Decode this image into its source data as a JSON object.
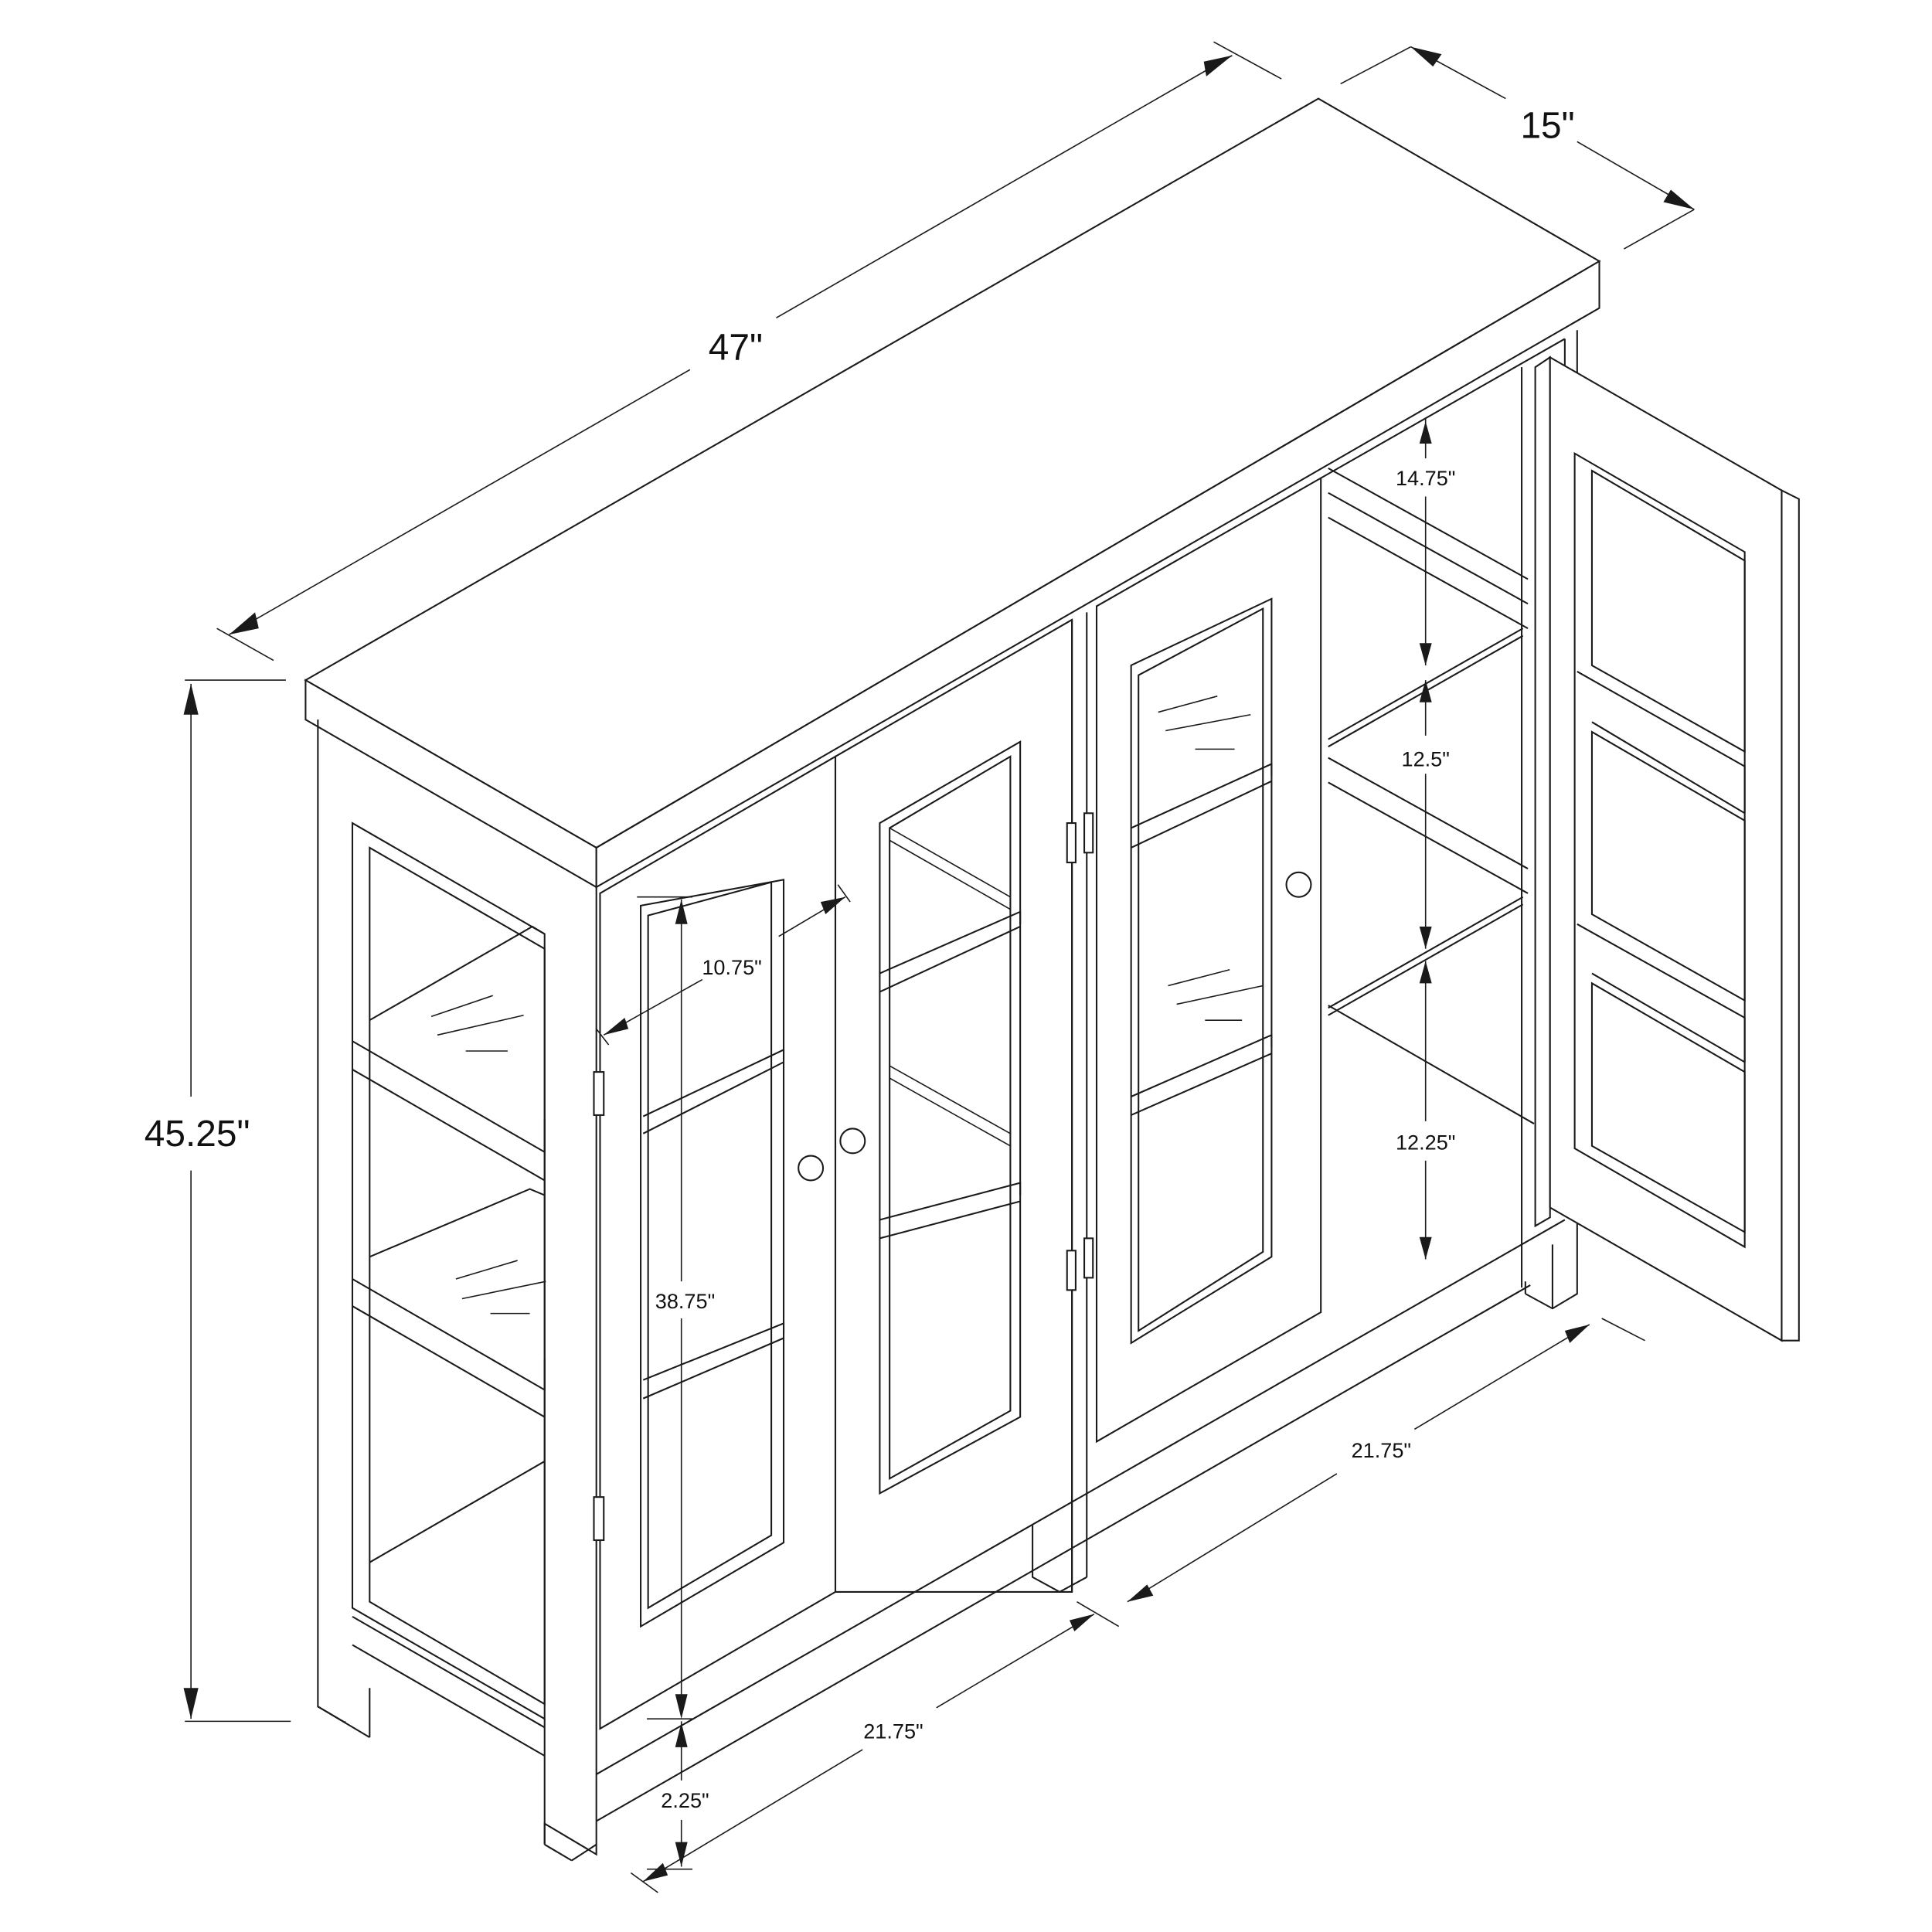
{
  "drawing": {
    "subject": "Three-door glass cabinet with open side shelves",
    "line_color": "#1a1a1a",
    "background": "#ffffff"
  },
  "dimensions": {
    "overall_width": "47\"",
    "overall_depth": "15\"",
    "overall_height": "45.25\"",
    "door_width": "10.75\"",
    "door_height": "38.75\"",
    "base_clearance": "2.25\"",
    "front_section_width_left": "21.75\"",
    "front_section_width_right": "21.75\"",
    "shelf_spacing_top": "14.75\"",
    "shelf_spacing_middle": "12.5\"",
    "shelf_spacing_bottom": "12.25\""
  }
}
